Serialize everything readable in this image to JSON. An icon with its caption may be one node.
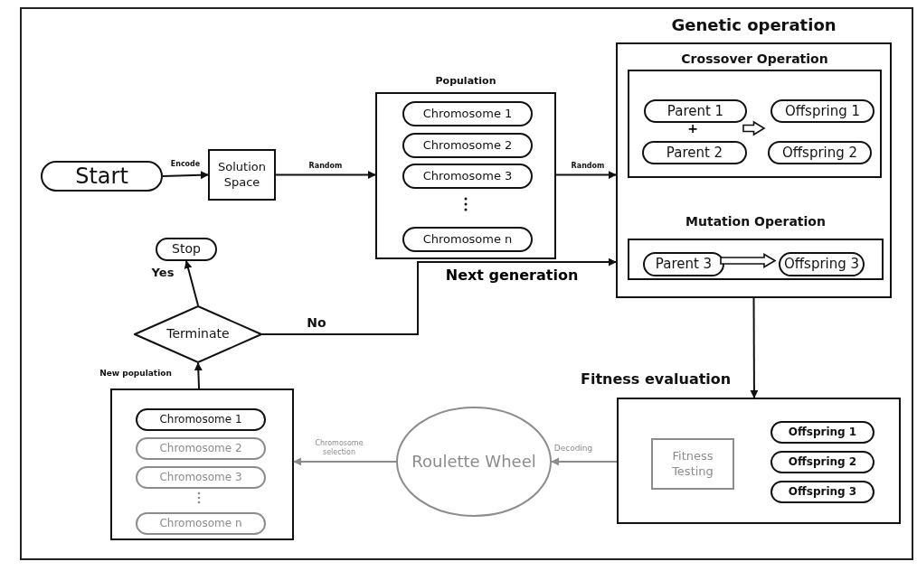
{
  "diagram": {
    "nodes": [
      {
        "text": [
          "Start"
        ]
      },
      {
        "text": [
          "Solution Space"
        ]
      },
      {
        "text": [
          "Population"
        ]
      },
      {
        "text": [
          "Chromosome 1"
        ],
        "in": 2
      },
      {
        "text": [
          "Chromosome 2"
        ],
        "in": 2
      },
      {
        "text": [
          "Chromosome 3"
        ],
        "in": 2
      },
      {
        "text": [
          "Chromosome n"
        ],
        "in": 2
      },
      {
        "text": [
          "Genetic operation"
        ]
      },
      {
        "text": [
          "Crossover Operation"
        ],
        "in": 7
      },
      {
        "text": [
          "Parent 1"
        ],
        "in": 8
      },
      {
        "text": [
          "Parent 2"
        ],
        "in": 8
      },
      {
        "text": [
          "Offspring 1"
        ],
        "in": 8
      },
      {
        "text": [
          "Offspring 2"
        ],
        "in": 8
      },
      {
        "text": [
          "Mutation Operation"
        ],
        "in": 7
      },
      {
        "text": [
          "Parent 3"
        ],
        "in": 13
      },
      {
        "text": [
          "Offspring 3"
        ],
        "in": 13
      },
      {
        "text": [
          "Fitness evaluation"
        ]
      },
      {
        "text": [
          "Fitness Testing"
        ],
        "in": 16
      },
      {
        "text": [
          "Offspring 1"
        ],
        "in": 16
      },
      {
        "text": [
          "Offspring 2"
        ],
        "in": 16
      },
      {
        "text": [
          "Offspring 3"
        ],
        "in": 16
      },
      {
        "text": [
          "Roulette Wheel"
        ]
      },
      {
        "text": [],
        "shape": "box"
      },
      {
        "text": [
          "Chromosome 1"
        ],
        "in": 22
      },
      {
        "text": [
          "Chromosome 2"
        ],
        "in": 22
      },
      {
        "text": [
          "Chromosome 3"
        ],
        "in": 22
      },
      {
        "text": [
          "Chromosome n"
        ],
        "in": 22
      },
      {
        "text": [
          "Terminate"
        ]
      },
      {
        "text": [
          "Stop"
        ]
      }
    ],
    "edges": [
      {
        "from": 0,
        "to": 1,
        "arrow": "to",
        "label": "Encode"
      },
      {
        "from": 1,
        "to": 2,
        "arrow": "to",
        "label": "Random"
      },
      {
        "from": 2,
        "to": 7,
        "arrow": "to",
        "label": "Random"
      },
      {
        "from": 27,
        "to": 7,
        "arrow": "to",
        "label": "No"
      },
      {
        "from": 9,
        "to": 11,
        "arrow": "to",
        "style": "thick"
      },
      {
        "from": 10,
        "to": 12,
        "arrow": "to",
        "style": "thick"
      },
      {
        "from": 14,
        "to": 15,
        "arrow": "to",
        "style": "thick"
      },
      {
        "from": 7,
        "to": 16,
        "arrow": "to"
      },
      {
        "from": 16,
        "to": 21,
        "arrow": "to",
        "label": "Decoding",
        "color": "#8c8c8c"
      },
      {
        "from": 21,
        "to": 22,
        "arrow": "to",
        "label": "Chromosome selection",
        "color": "#8c8c8c"
      },
      {
        "from": 22,
        "to": 27,
        "arrow": "to",
        "label": "New population"
      },
      {
        "from": 27,
        "to": 28,
        "arrow": "to",
        "label": "Yes"
      }
    ],
    "labels": [
      "+",
      "Next generation"
    ]
  }
}
